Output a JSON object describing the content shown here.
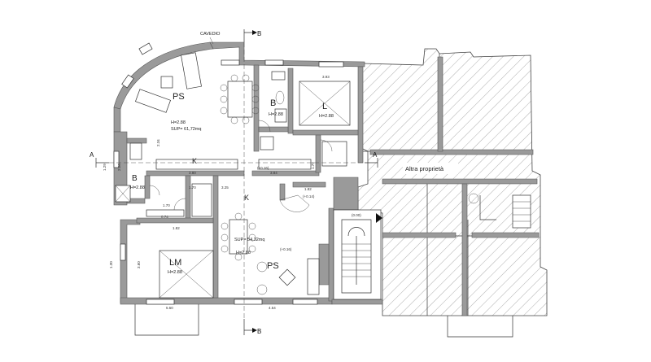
{
  "plan": {
    "cavedio_label": "CAVEDIO",
    "other_property_label": "Altra proprietà",
    "section_a_left": "A",
    "section_a_right": "A",
    "section_b_top": "B",
    "section_b_bottom": "B",
    "rooms": {
      "ps_top": {
        "code": "PS",
        "height": "H=2.88",
        "surface": "SUP= 61,72mq"
      },
      "b_top": {
        "code": "B",
        "height": "H=2.88"
      },
      "l_top": {
        "code": "L",
        "height": "H=2.88"
      },
      "k_top": {
        "code": "K"
      },
      "b_left": {
        "code": "B",
        "height": "H=2.88"
      },
      "k_bottom": {
        "code": "K"
      },
      "lm_bottom": {
        "code": "LM",
        "height": "H=2.88"
      },
      "ps_bottom": {
        "code": "PS",
        "height": "H=2.88",
        "surface": "SUP= 54,32mq"
      }
    },
    "levels": {
      "l1": "(+0.16)",
      "l2": "(+0.14)",
      "l3": "(+0.16)",
      "l4": "(0.00)"
    },
    "dims": {
      "d1": "3.80",
      "d2": "3.84",
      "d3": "3.25",
      "d4": "1.82",
      "d5": "1.70",
      "d6": "3.93",
      "d7": "1.82",
      "d8": "1.70",
      "d9": "5.50",
      "d10": "4.54",
      "d11": "2.34",
      "d12": "2.26",
      "d13": "1.79",
      "d14": "1.29",
      "d15": "1.30",
      "d16": "3.60",
      "d17": "0.74"
    }
  }
}
